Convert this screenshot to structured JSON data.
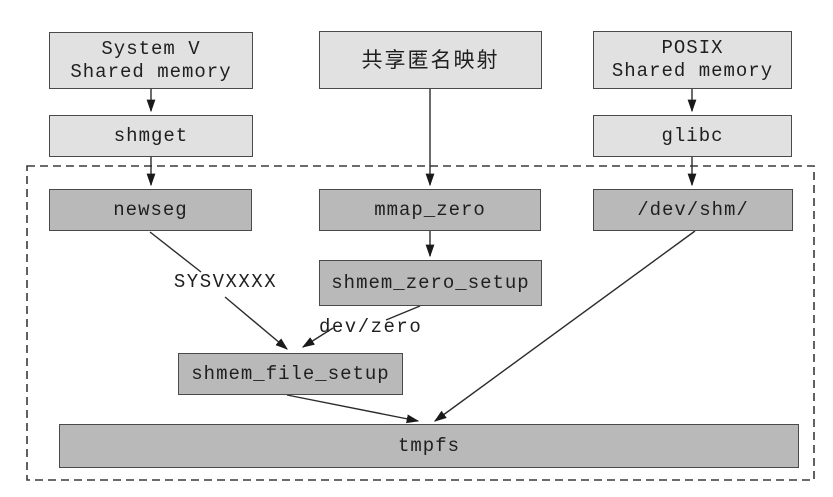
{
  "diagram": {
    "colors": {
      "light_box": "#e1e1e1",
      "dark_box": "#b9b9b9",
      "box_border": "#4a4a4a",
      "line": "#2b2b2b",
      "text": "#1f1f1f",
      "dashed_border": "#3a3a3a",
      "background": "#ffffff"
    },
    "nodes": {
      "sysv": {
        "line1": "System V",
        "line2": "Shared memory"
      },
      "anon": {
        "label": "共享匿名映射"
      },
      "posix": {
        "line1": "POSIX",
        "line2": "Shared memory"
      },
      "shmget": {
        "label": "shmget"
      },
      "glibc": {
        "label": "glibc"
      },
      "newseg": {
        "label": "newseg"
      },
      "mmap_zero": {
        "label": "mmap_zero"
      },
      "dev_shm": {
        "label": "/dev/shm/"
      },
      "shmem_zero_setup": {
        "label": "shmem_zero_setup"
      },
      "shmem_file_setup": {
        "label": "shmem_file_setup"
      },
      "tmpfs": {
        "label": "tmpfs"
      }
    },
    "edge_labels": {
      "sysvxxxx": "SYSVXXXX",
      "dev_zero": "dev/zero"
    }
  }
}
